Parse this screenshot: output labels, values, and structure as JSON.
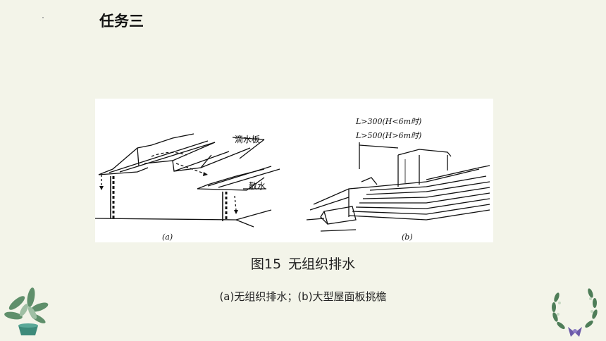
{
  "header": {
    "title": "任务三"
  },
  "figure": {
    "label_drip": "滴水板",
    "label_scatter": "散水",
    "label_a": "(a)",
    "label_b": "(b)",
    "dim_1": "L>300(H<6m时)",
    "dim_2": "L>500(H>6m时)"
  },
  "caption": {
    "number": "图15",
    "title": "无组织排水",
    "subtitle": "(a)无组织排水；(b)大型屋面板挑檐"
  },
  "colors": {
    "background": "#f3f4e9",
    "panel": "#ffffff",
    "ink": "#111111"
  },
  "icons": {
    "left": "wreath-plant-icon",
    "right": "laurel-wreath-icon"
  }
}
